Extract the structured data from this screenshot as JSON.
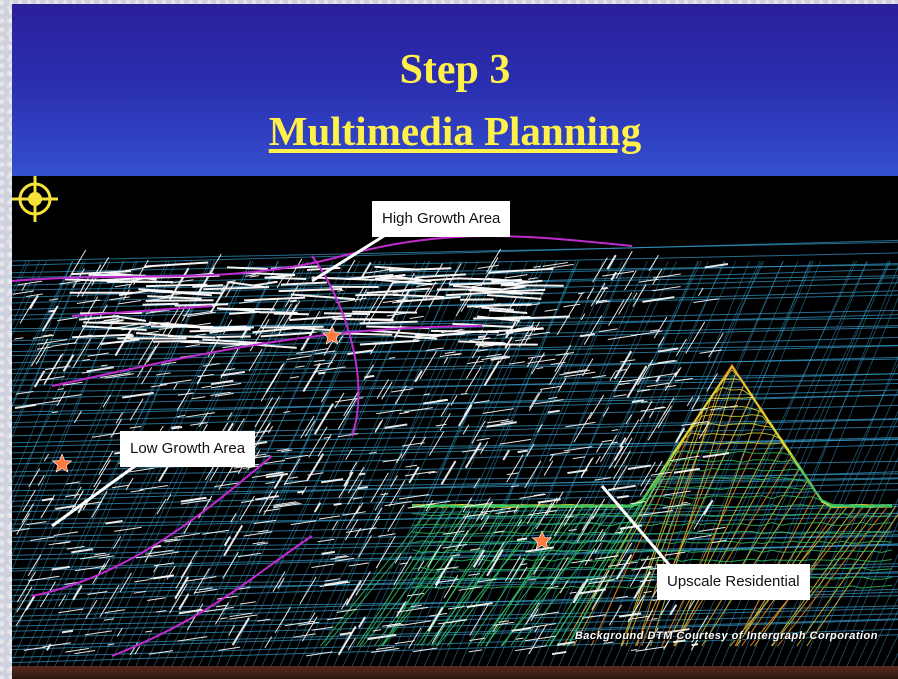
{
  "slide": {
    "title": "Step 3",
    "subtitle": "Multimedia Planning",
    "colors": {
      "background_top": "#2b1f9a",
      "background_bottom": "#3552cf",
      "title": "#fff04a",
      "map_background": "#000000",
      "street_grid": "#ffffff",
      "grid_blue": "#3aa7d8",
      "grid_green": "#31c46a",
      "ridge_orange": "#ff8a1e",
      "boundary_magenta": "#c02bd0",
      "marker_star": "#ff7a3c"
    }
  },
  "map": {
    "labels": {
      "high_growth": "High Growth Area",
      "low_growth": "Low Growth Area",
      "upscale": "Upscale Residential"
    },
    "credit": "Background DTM Courtesy of Intergraph Corporation",
    "markers": [
      {
        "icon": "star-marker-icon"
      },
      {
        "icon": "star-marker-icon"
      },
      {
        "icon": "star-marker-icon"
      }
    ],
    "logo_icon": "crosshair-logo-icon"
  }
}
